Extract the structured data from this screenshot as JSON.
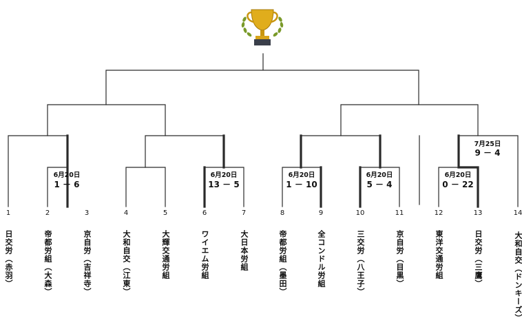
{
  "teams": [
    {
      "seed": "1",
      "name": "日交労（赤羽）"
    },
    {
      "seed": "2",
      "name": "帝都労組（大森）"
    },
    {
      "seed": "3",
      "name": "京自労（吉祥寺）"
    },
    {
      "seed": "4",
      "name": "大和自交（江東）"
    },
    {
      "seed": "5",
      "name": "大輝交通労組"
    },
    {
      "seed": "6",
      "name": "ワイエム労組"
    },
    {
      "seed": "7",
      "name": "大日本労組"
    },
    {
      "seed": "8",
      "name": "帝都労組（墨田）"
    },
    {
      "seed": "9",
      "name": "全コンドル労組"
    },
    {
      "seed": "10",
      "name": "三交労（八王子）"
    },
    {
      "seed": "11",
      "name": "京自労（目黒）"
    },
    {
      "seed": "12",
      "name": "東洋交通労組"
    },
    {
      "seed": "13",
      "name": "日交労（三鷹）"
    },
    {
      "seed": "14",
      "name": "大和自交（ドンキーズ）"
    }
  ],
  "matches": [
    {
      "date": "6月20日",
      "score": "1 － 6"
    },
    {
      "date": "6月20日",
      "score": "13 － 5"
    },
    {
      "date": "6月20日",
      "score": "1 － 10"
    },
    {
      "date": "6月20日",
      "score": "5 － 4"
    },
    {
      "date": "6月20日",
      "score": "0 － 22"
    },
    {
      "date": "7月25日",
      "score": "9 － 4"
    }
  ],
  "colors": {
    "line": "#2a2a2a",
    "trophy": "#d8a419",
    "laurel": "#7a9a2a"
  },
  "icons": {
    "trophy": "trophy-icon"
  }
}
